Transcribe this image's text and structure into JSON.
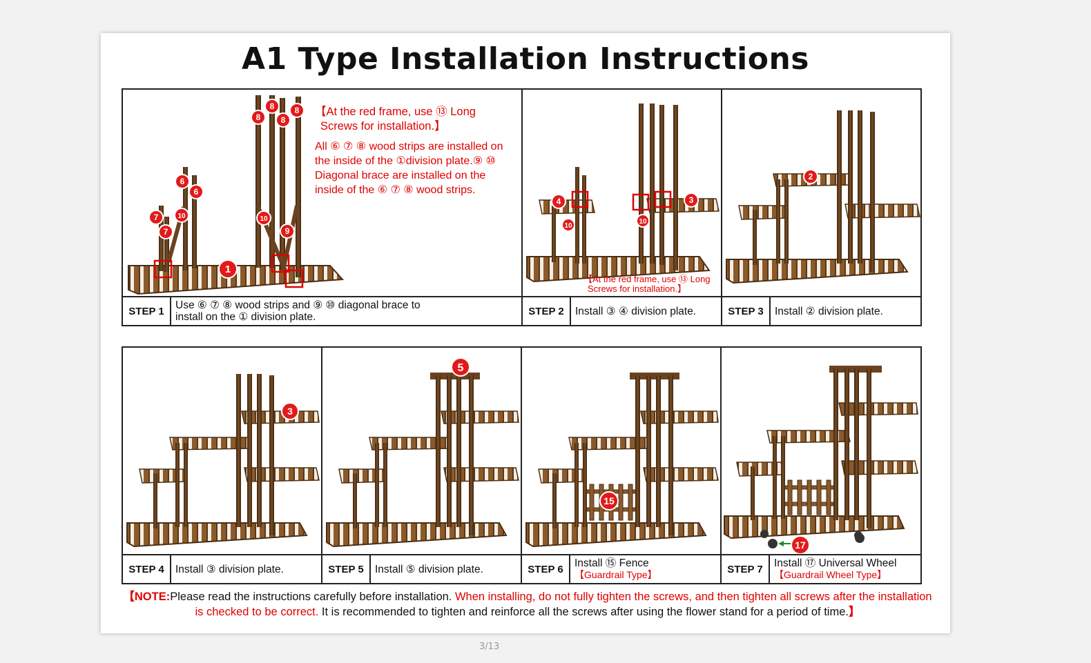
{
  "title": "A1 Type Installation Instructions",
  "colors": {
    "accent_red": "#e00000",
    "wood": "#8b5a2b",
    "wood_dark": "#4a2e14",
    "border": "#222222"
  },
  "step1": {
    "label": "STEP 1",
    "text_line1": "Use ⑥ ⑦ ⑧ wood strips and ⑨ ⑩ diagonal brace to",
    "text_line2": "install on the ① division plate.",
    "callout_line1": "【At the red frame, use ⑬ Long",
    "callout_line2": "Screws for installation.】",
    "note_line1": "All ⑥ ⑦ ⑧ wood strips are installed on",
    "note_line2": "the inside of the ①division plate.⑨ ⑩",
    "note_line3": "Diagonal brace are installed on the",
    "note_line4": "inside of the ⑥ ⑦ ⑧ wood strips.",
    "badges": [
      "8",
      "8",
      "8",
      "8",
      "6",
      "6",
      "7",
      "7",
      "10",
      "10",
      "9",
      "1"
    ]
  },
  "step2": {
    "label": "STEP 2",
    "text": "Install ③ ④ division plate.",
    "callout_line1": "【At the red frame, use ⑬ Long",
    "callout_line2": "Screws for installation.】",
    "badges": [
      "4",
      "3",
      "10",
      "10"
    ]
  },
  "step3": {
    "label": "STEP 3",
    "text": "Install ② division plate.",
    "badges": [
      "2"
    ]
  },
  "step4": {
    "label": "STEP 4",
    "text": "Install ③ division plate.",
    "badges": [
      "3"
    ]
  },
  "step5": {
    "label": "STEP 5",
    "text": "Install ⑤ division plate.",
    "badges": [
      "5"
    ]
  },
  "step6": {
    "label": "STEP 6",
    "text": "Install ⑮ Fence",
    "sub": "【Guardrail Type】",
    "badges": [
      "15"
    ]
  },
  "step7": {
    "label": "STEP 7",
    "text": "Install ⑰ Universal Wheel",
    "sub": "【Guardrail Wheel Type】",
    "badges": [
      "17"
    ]
  },
  "note": {
    "prefix": "【NOTE:",
    "black1": "Please read the instructions carefully before installation. ",
    "red1": "When installing, do not fully tighten the screws, and then tighten all screws after the installation is checked to be correct.",
    "black2": " It is recommended to tighten and reinforce all the screws after using the flower stand for a period of time.",
    "suffix": "】"
  },
  "page_indicator": "3/13"
}
